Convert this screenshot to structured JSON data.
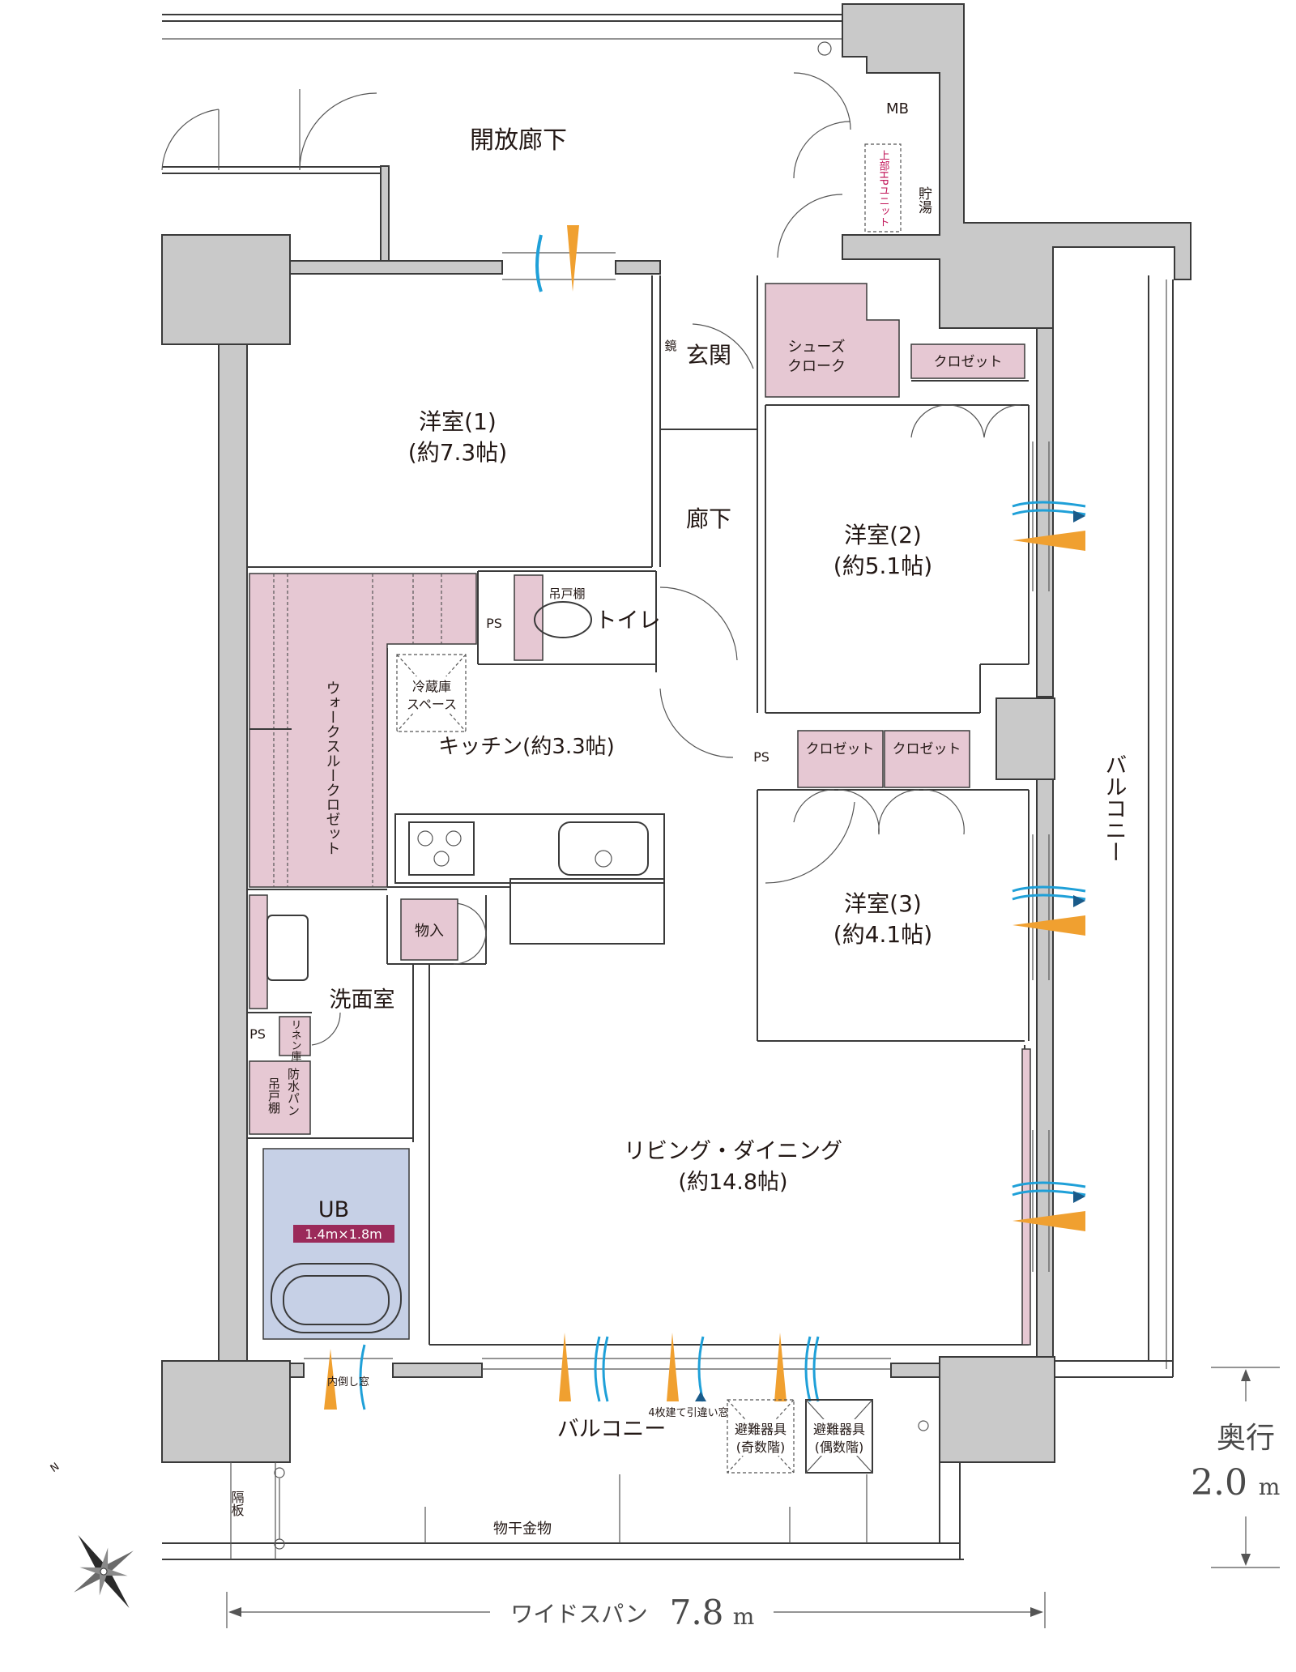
{
  "rooms": {
    "open_corridor": "開放廊下",
    "mb": "MB",
    "hp_unit": "上部HPユニット",
    "water_heater": "貯湯",
    "entrance": "玄関",
    "mirror": "鏡",
    "shoes_closet_1": "シューズ",
    "shoes_closet_2": "クローク",
    "closet": "クロゼット",
    "room1_name": "洋室(1)",
    "room1_size": "(約7.3帖)",
    "room2_name": "洋室(2)",
    "room2_size": "(約5.1帖)",
    "room3_name": "洋室(3)",
    "room3_size": "(約4.1帖)",
    "hallway": "廊下",
    "ps": "PS",
    "toilet": "トイレ",
    "hanging_shelf": "吊戸棚",
    "fridge_1": "冷蔵庫",
    "fridge_2": "スペース",
    "kitchen": "キッチン(約3.3帖)",
    "walk_through_closet": "ウォークスルークロゼット",
    "storage": "物入",
    "washroom": "洗面室",
    "linen": "リネン庫",
    "waterproof_pan": "防水パン",
    "hanging_shelf_v": "吊戸棚",
    "ub": "UB",
    "ub_size": "1.4m×1.8m",
    "living": "リビング・ダイニング",
    "living_size": "(約14.8帖)",
    "balcony_side": "バルコニー",
    "balcony_bottom": "バルコニー",
    "tilt_window": "内倒し窓",
    "sliding_window": "4枚建て引違い窓",
    "evac_odd_1": "避難器具",
    "evac_odd_2": "(奇数階)",
    "evac_even_1": "避難器具",
    "evac_even_2": "(偶数階)",
    "partition": "隔板",
    "clothes_hanger": "物干金物"
  },
  "dimensions": {
    "depth_label": "奥行",
    "depth_value": "2.0",
    "depth_unit": "m",
    "width_label": "ワイドスパン",
    "width_value": "7.8",
    "width_unit": "m"
  },
  "compass": {
    "north": "N"
  },
  "colors": {
    "storage_pink": "#e6c8d3",
    "bath_blue": "#c6d0e6",
    "ub_badge": "#9b2a5a",
    "wall_gray": "#c9c9c9",
    "airflow_blue": "#1fa0d8",
    "airflow_orange": "#f0a030"
  }
}
